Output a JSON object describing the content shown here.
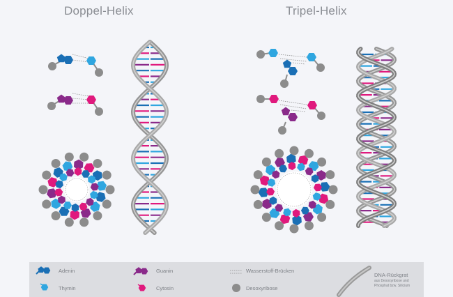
{
  "titles": {
    "double_helix": "Doppel-Helix",
    "triple_helix": "Tripel-Helix"
  },
  "colors": {
    "adenin": "#1a6fb5",
    "thymin": "#2fa6e0",
    "guanin": "#8a2a8a",
    "cytosin": "#e0197d",
    "desoxyribose": "#8c8c8c",
    "backbone": "#9a9a9a",
    "background": "#f4f5f9",
    "legend_background": "#dcdde1"
  },
  "legend": {
    "adenin": "Adenin",
    "thymin": "Thymin",
    "guanin": "Guanin",
    "cytosin": "Cytosin",
    "hydrogen_bonds": "Wasserstoff-Brücken",
    "desoxyribose": "Desoxyribose",
    "backbone_title": "DNA-Rückgrat",
    "backbone_note_1": "aus Desoxyribose und",
    "backbone_note_2": "Phosphat bzw. Silicium"
  }
}
